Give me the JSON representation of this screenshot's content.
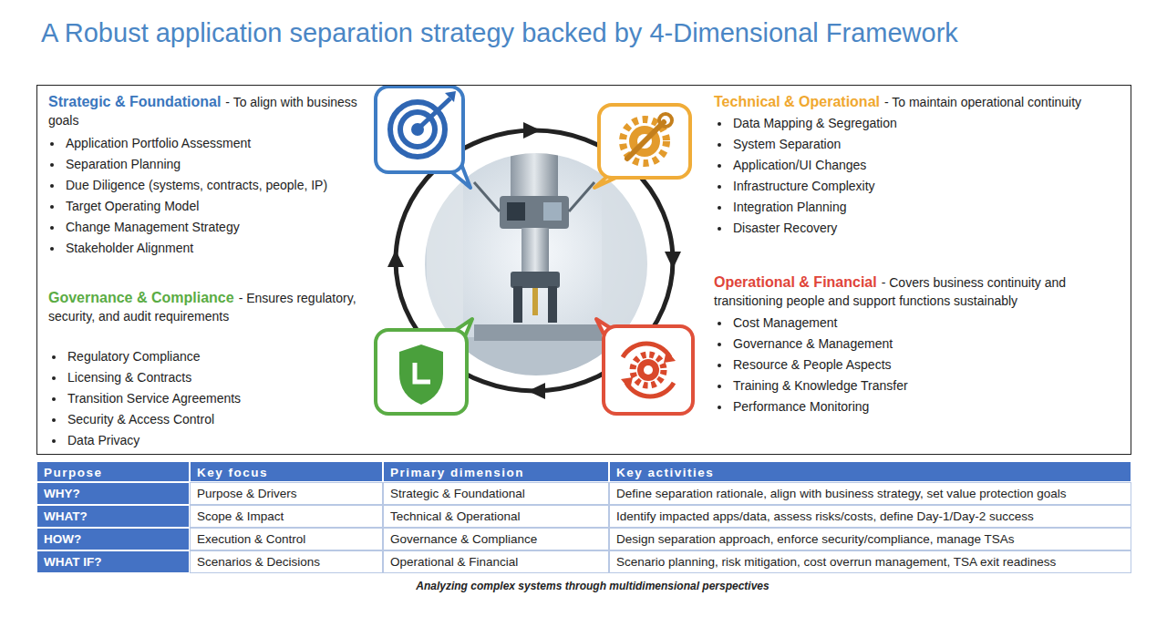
{
  "diagram": {
    "title": "A Robust application separation strategy backed by 4-Dimensional Framework",
    "caption": "Analyzing complex systems through multidimensional perspectives",
    "nodes": [
      {
        "text": [
          "Strategic & Foundational",
          "- To align with business goals",
          "Application Portfolio Assessment",
          "Separation Planning",
          "Due Diligence (systems, contracts, people, IP)",
          "Target Operating Model",
          "Change Management Strategy",
          "Stakeholder Alignment",
          "Technical & Operational",
          "- To maintain operational continuity",
          "Data Mapping & Segregation",
          "System Separation",
          "Application/UI Changes",
          "Infrastructure Complexity",
          "Integration Planning",
          "Disaster Recovery",
          "Governance & Compliance",
          "- Ensures regulatory, security, and audit requirements",
          "Regulatory Compliance",
          "Licensing & Contracts",
          "Transition Service Agreements",
          "Security & Access Control",
          "Data Privacy",
          "Operational & Financial",
          "- Covers business continuity and transitioning people and support functions sustainably",
          "Cost Management",
          "Governance & Management",
          "Resource & People Aspects",
          "Training & Knowledge Transfer",
          "Performance Monitoring"
        ]
      }
    ],
    "labels": [
      "Purpose",
      "Key focus",
      "Primary dimension",
      "Key activities",
      "WHY?",
      "Purpose & Drivers",
      "Strategic & Foundational",
      "Define separation rationale, align with business strategy, set value protection goals",
      "WHAT?",
      "Scope & Impact",
      "Technical & Operational",
      "Identify impacted apps/data, assess risks/costs, define Day-1/Day-2 success",
      "HOW?",
      "Execution & Control",
      "Governance & Compliance",
      "Design separation approach, enforce security/compliance, manage TSAs",
      "WHAT IF?",
      "Scenarios & Decisions",
      "Operational & Financial",
      "Scenario planning, risk mitigation, cost overrun management, TSA exit readiness"
    ]
  }
}
